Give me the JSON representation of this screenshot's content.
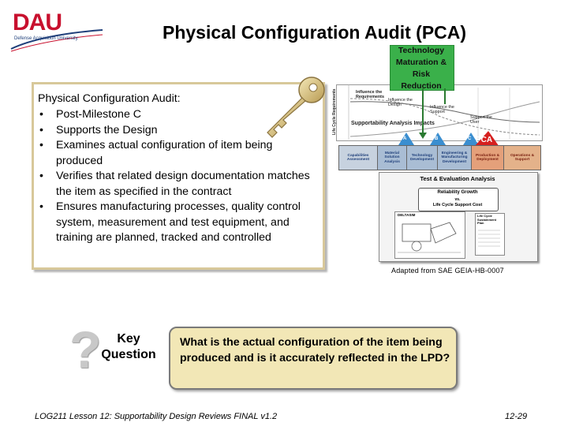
{
  "logo": {
    "wordmark": "DAU",
    "subtitle": "Defense Acquisition University"
  },
  "title": "Physical Configuration Audit (PCA)",
  "content": {
    "heading": "Physical Configuration Audit:",
    "bullets": [
      "Post-Milestone C",
      "Supports the Design",
      "Examines actual configuration of item being produced",
      "Verifies that related design documentation matches the item as specified in the contract",
      "Ensures manufacturing processes, quality control system, measurement and test equipment, and training are planned, tracked and controlled"
    ]
  },
  "diagram": {
    "tmrr_label": [
      "Technology",
      "Maturation &",
      "Risk",
      "Reduction"
    ],
    "vertical_label": "Life Cycle Requirements",
    "upper_labels": {
      "influence_requirements": "Influence the Requirements",
      "influence_design": "Influence the Design",
      "influence_support": "Influence the Support",
      "support_user": "Support the User",
      "supportability_impacts": "Supportability Analysis Impacts"
    },
    "milestones": [
      "A",
      "B",
      "C"
    ],
    "pca_tag": "PCA",
    "phases": [
      "Capabilities Assessment",
      "Material Solution Analysis",
      "Technology Development",
      "Engineering & Manufacturing Development",
      "Production & Deployment",
      "Operations & Support"
    ],
    "test_eval_title": "Test & Evaluation Analysis",
    "reliability": [
      "Reliability Growth",
      "vs.",
      "Life Cycle Support Cost"
    ],
    "drawing_label": "DELTASIM",
    "doc_label": "Life Cycle Sustainment Plan"
  },
  "adapted": "Adapted from SAE GEIA-HB-0007",
  "key_question": {
    "label_line1": "Key",
    "label_line2": "Question",
    "text": "What is the actual configuration of the item being produced and is it accurately reflected in the LPD?"
  },
  "footer": {
    "left": "LOG211 Lesson 12: Supportability Design Reviews  FINAL v1.2",
    "right": "12-29"
  },
  "colors": {
    "accent_red": "#c8102e",
    "tmrr_green": "#3ab04a",
    "box_border": "#d8c89a",
    "question_fill": "#f2e7b6",
    "pca_red": "#d6201f"
  }
}
